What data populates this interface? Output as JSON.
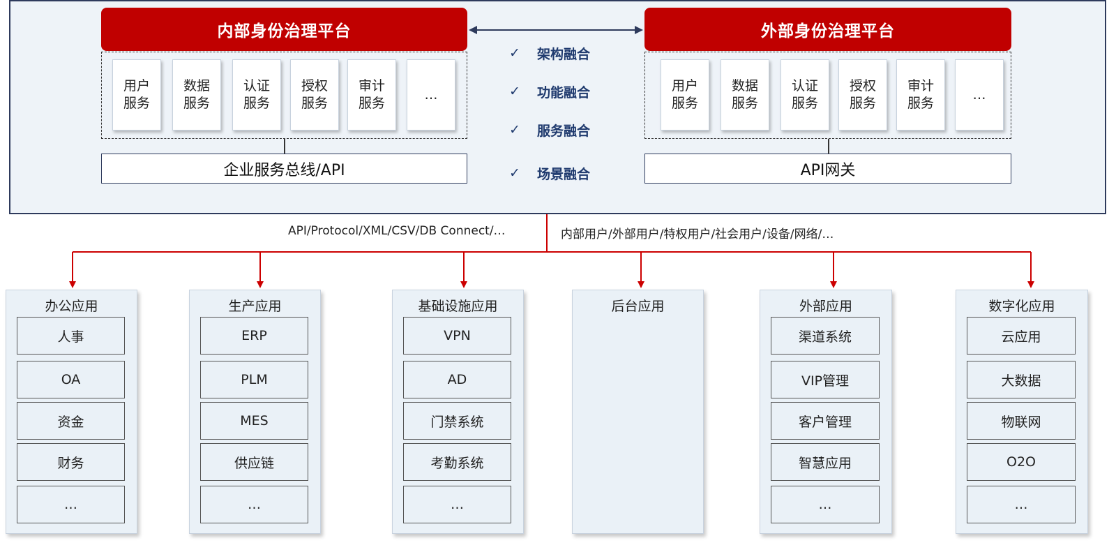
{
  "internal": {
    "title": "内部身份治理平台",
    "services": [
      "用户\n服务",
      "数据\n服务",
      "认证\n服务",
      "授权\n服务",
      "审计\n服务",
      "…"
    ],
    "bus": "企业服务总线/API"
  },
  "external": {
    "title": "外部身份治理平台",
    "services": [
      "用户\n服务",
      "数据\n服务",
      "认证\n服务",
      "授权\n服务",
      "审计\n服务",
      "…"
    ],
    "bus": "API网关"
  },
  "fusion": [
    "架构融合",
    "功能融合",
    "服务融合",
    "场景融合"
  ],
  "connector_left": "API/Protocol/XML/CSV/DB Connect/…",
  "connector_right": "内部用户/外部用户/特权用户/社会用户/设备/网络/…",
  "columns": [
    {
      "title": "办公应用",
      "items": [
        "人事",
        "OA",
        "资金",
        "财务",
        "…"
      ]
    },
    {
      "title": "生产应用",
      "items": [
        "ERP",
        "PLM",
        "MES",
        "供应链",
        "…"
      ]
    },
    {
      "title": "基础设施应用",
      "items": [
        "VPN",
        "AD",
        "门禁系统",
        "考勤系统",
        "…"
      ]
    },
    {
      "title": "后台应用",
      "items": []
    },
    {
      "title": "外部应用",
      "items": [
        "渠道系统",
        "VIP管理",
        "客户管理",
        "智慧应用",
        "…"
      ]
    },
    {
      "title": "数字化应用",
      "items": [
        "云应用",
        "大数据",
        "物联网",
        "O2O",
        "…"
      ]
    }
  ],
  "colors": {
    "accent_red": "#c00000",
    "navy": "#2e3a5c",
    "panel_bg": "#eef3f8",
    "connector_red": "#cc0000"
  }
}
